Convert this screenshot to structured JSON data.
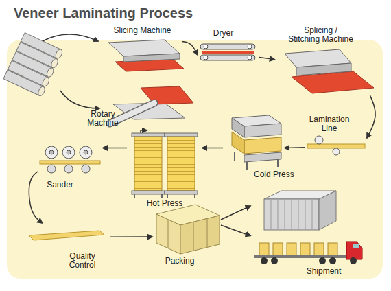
{
  "diagram": {
    "title": "Veneer Laminating Process",
    "nodes": [
      {
        "text": [
          "Slicing Machine"
        ]
      },
      {
        "text": [
          "Rotary Machine"
        ]
      },
      {
        "text": [
          "Dryer"
        ]
      },
      {
        "text": [
          "Splicing / Stitching Machine"
        ]
      },
      {
        "text": [
          "Lamination Line"
        ]
      },
      {
        "text": [
          "Cold Press"
        ]
      },
      {
        "text": [
          "Hot Press"
        ]
      },
      {
        "text": [
          "Sander"
        ]
      },
      {
        "text": [
          "Quality Control"
        ]
      },
      {
        "text": [
          "Packing"
        ]
      },
      {
        "text": [
          "Shipment"
        ]
      }
    ],
    "edges": [
      {
        "from": 0,
        "to": 2,
        "arrow": "to"
      },
      {
        "from": 2,
        "to": 3,
        "arrow": "to"
      },
      {
        "from": 3,
        "to": 4,
        "arrow": "to"
      },
      {
        "from": 4,
        "to": 5,
        "arrow": "to"
      },
      {
        "from": 5,
        "to": 6,
        "arrow": "to"
      },
      {
        "from": 6,
        "to": 7,
        "arrow": "to"
      },
      {
        "from": 7,
        "to": 8,
        "arrow": "to"
      },
      {
        "from": 8,
        "to": 9,
        "arrow": "to"
      },
      {
        "from": 9,
        "to": 10,
        "arrow": "to"
      },
      {
        "from": 9,
        "to": 10,
        "arrow": "to"
      }
    ]
  }
}
